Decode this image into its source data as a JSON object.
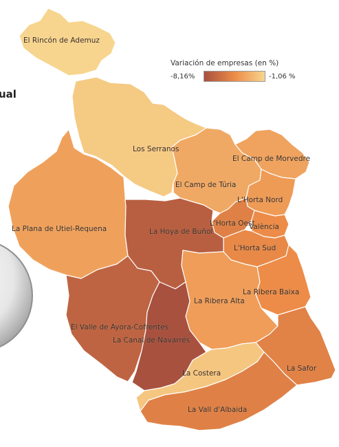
{
  "legend": {
    "title": "Variación de empresas (en %)",
    "min_label": "-8,16%",
    "max_label": "-1,06 %",
    "min_value": -8.16,
    "max_value": -1.06,
    "color_low": "#a8513f",
    "color_high": "#f7d58e"
  },
  "cut_text": "ual",
  "regions": [
    {
      "key": "rincon",
      "label": "El Rincón de Ademuz",
      "value": -1.06
    },
    {
      "key": "serranos",
      "label": "Los Serranos",
      "value": -1.6
    },
    {
      "key": "utiel",
      "label": "La Plana de Utiel-Requena",
      "value": -3.6
    },
    {
      "key": "campturia",
      "label": "El Camp de Túria",
      "value": -3.2
    },
    {
      "key": "morvedre",
      "label": "El Camp de Morvedre",
      "value": -3.5
    },
    {
      "key": "hortanord",
      "label": "L'Horta Nord",
      "value": -3.9
    },
    {
      "key": "hortaoest",
      "label": "L'Horta Oest",
      "value": -5.3
    },
    {
      "key": "valencia",
      "label": "València",
      "value": -4.6
    },
    {
      "key": "hortasud",
      "label": "L'Horta Sud",
      "value": -4.8
    },
    {
      "key": "hoya",
      "label": "La Hoya de Buñol",
      "value": -7.3
    },
    {
      "key": "riberaalta",
      "label": "La Ribera Alta",
      "value": -3.8
    },
    {
      "key": "riberabaixa",
      "label": "La Ribera Baixa",
      "value": -4.6
    },
    {
      "key": "ayora",
      "label": "El Valle de Ayora-Cofrentes",
      "value": -7.0
    },
    {
      "key": "navarres",
      "label": "La Canal de Navarrés",
      "value": -8.16
    },
    {
      "key": "costera",
      "label": "La Costera",
      "value": -1.8
    },
    {
      "key": "safor",
      "label": "La Safor",
      "value": -5.2
    },
    {
      "key": "albaida",
      "label": "La Vall d'Albaida",
      "value": -5.3
    }
  ]
}
